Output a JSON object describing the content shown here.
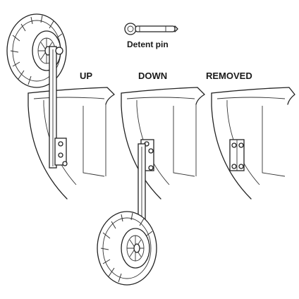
{
  "legend": {
    "pin_label": "Detent pin"
  },
  "panels": [
    {
      "id": "up",
      "label": "UP"
    },
    {
      "id": "down",
      "label": "DOWN"
    },
    {
      "id": "removed",
      "label": "REMOVED"
    }
  ],
  "icons": [
    "detent-pin-icon",
    "wheel-icon",
    "bracket-icon",
    "boat-transom-icon"
  ]
}
